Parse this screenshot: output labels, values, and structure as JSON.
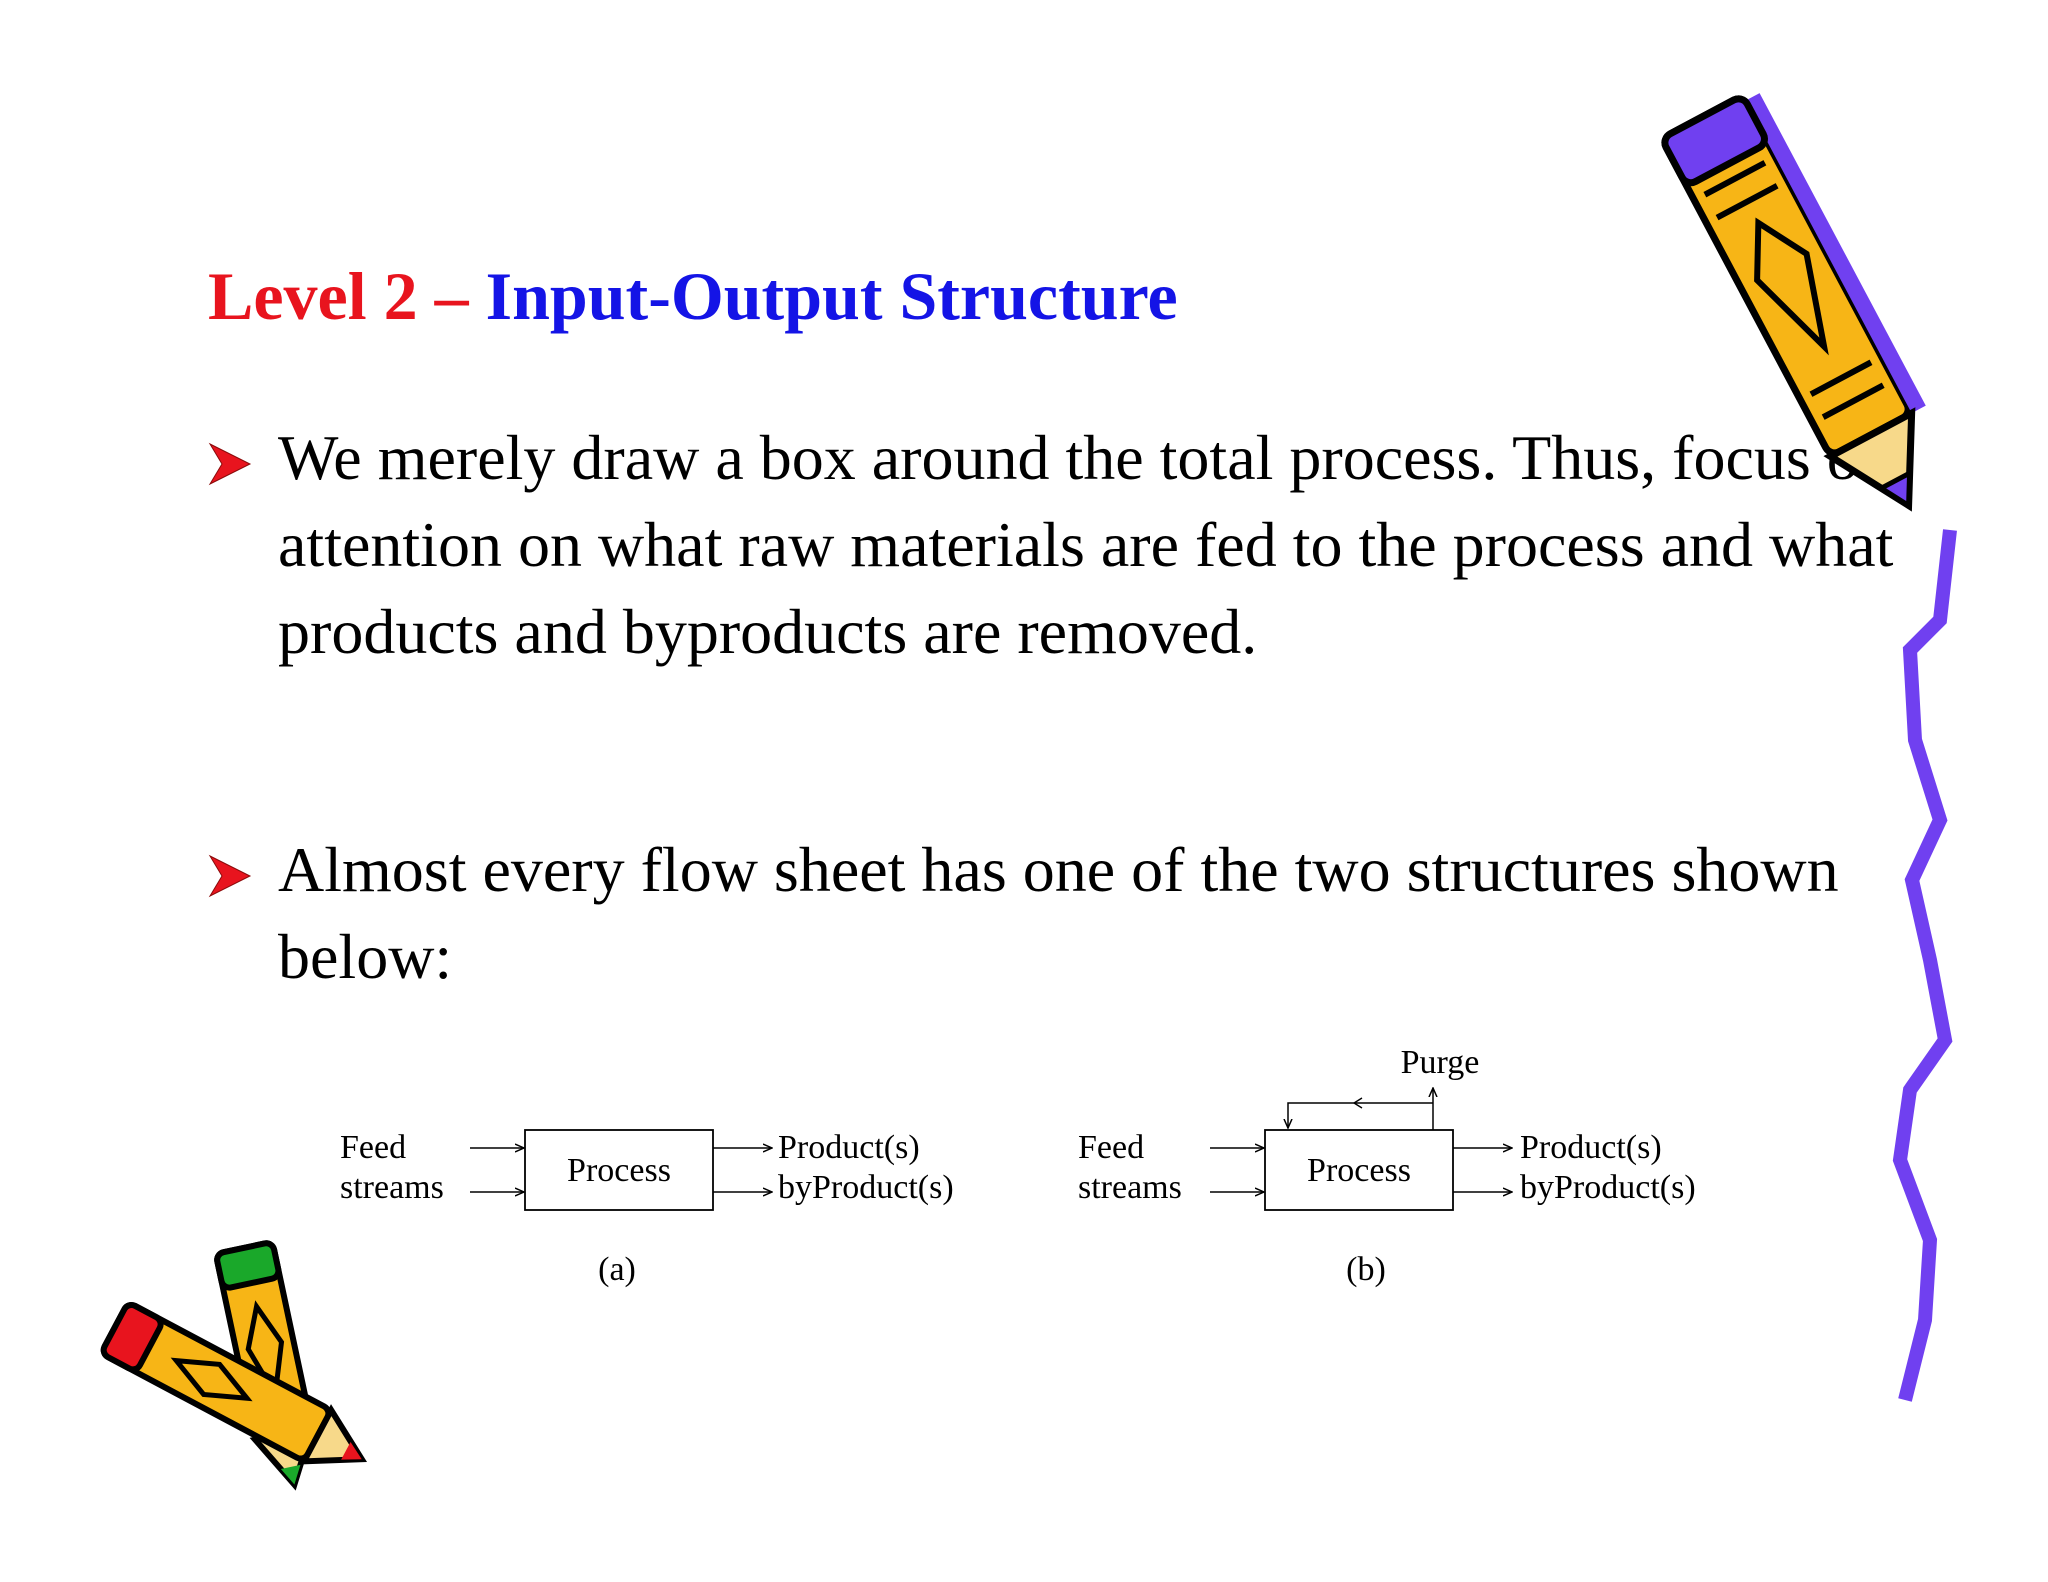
{
  "title": {
    "prefix": "Level 2 – ",
    "main": "Input-Output Structure",
    "prefix_color": "#e8141e",
    "main_color": "#1414e6"
  },
  "bullets": [
    {
      "text": "We merely draw a  box around  the total process. Thus, focus our attention on what raw materials are fed to the process and what products and byproducts are removed."
    },
    {
      "text": "Almost every flow sheet has one of the two structures shown below:"
    }
  ],
  "bullet_color": "#e8141e",
  "diagrams": [
    {
      "feed": "Feed",
      "streams": "streams",
      "process": "Process",
      "product": "Product(s)",
      "byproduct": "byProduct(s)",
      "caption": "(a)"
    },
    {
      "feed": "Feed",
      "streams": "streams",
      "process": "Process",
      "product": "Product(s)",
      "byproduct": "byProduct(s)",
      "purge": "Purge",
      "caption": "(b)"
    }
  ],
  "decorations": {
    "right_pencil": "pencil-icon",
    "left_pencils": "crossed-pencils-icon",
    "squiggle": "wavy-line-icon",
    "colors": {
      "pencil_body": "#f7b516",
      "purple": "#7040f0",
      "green": "#1aa82a",
      "red": "#e8141e"
    }
  }
}
